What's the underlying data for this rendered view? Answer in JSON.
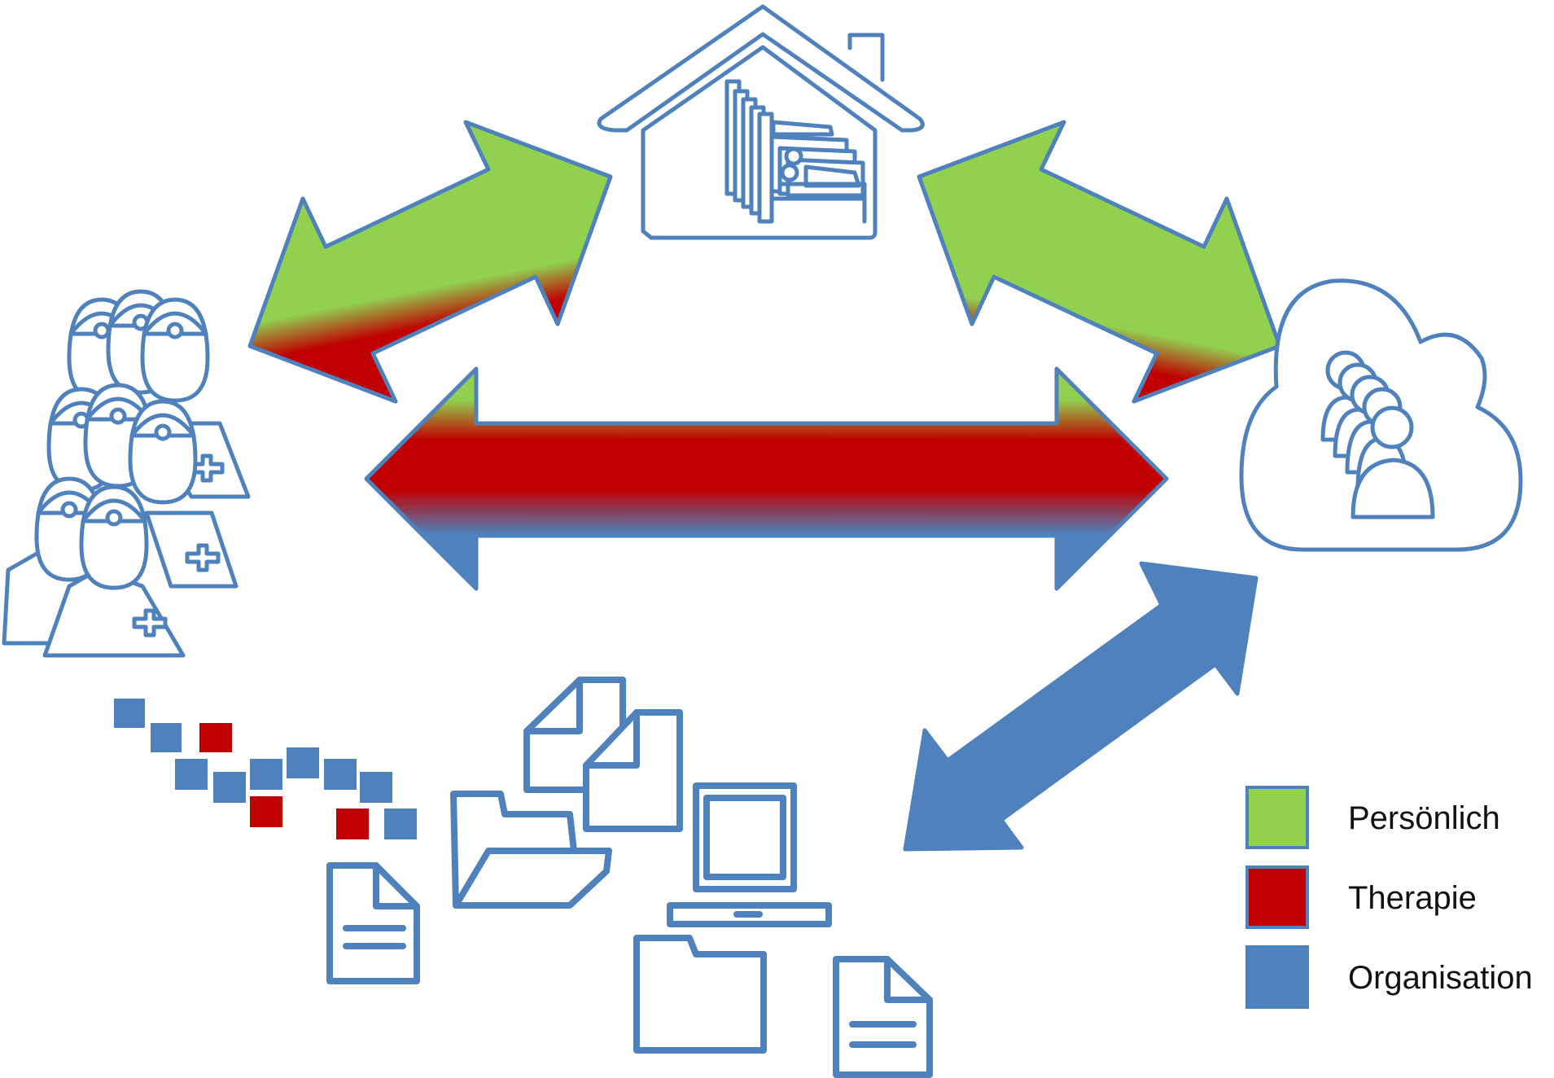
{
  "colors": {
    "persoenlich": "#92d050",
    "therapie": "#c00000",
    "organisation": "#4f81bd",
    "outline": "#4f81bd"
  },
  "legend": [
    {
      "label": "Persönlich",
      "color": "#92d050"
    },
    {
      "label": "Therapie",
      "color": "#c00000"
    },
    {
      "label": "Organisation",
      "color": "#4f81bd"
    }
  ],
  "icons": {
    "clinicians": "doctors-group-icon",
    "home": "house-with-bed-icon",
    "cloud": "cloud-community-icon",
    "documents": "files-and-laptop-icon",
    "data_stream": "data-blocks-icon"
  },
  "arrows": [
    {
      "name": "clinicians-home",
      "fill": "green-to-red-tip"
    },
    {
      "name": "home-cloud",
      "fill": "green-to-red-tip"
    },
    {
      "name": "clinicians-cloud",
      "fill": "green-red-blue-gradient"
    },
    {
      "name": "cloud-documents",
      "fill": "blue"
    }
  ]
}
